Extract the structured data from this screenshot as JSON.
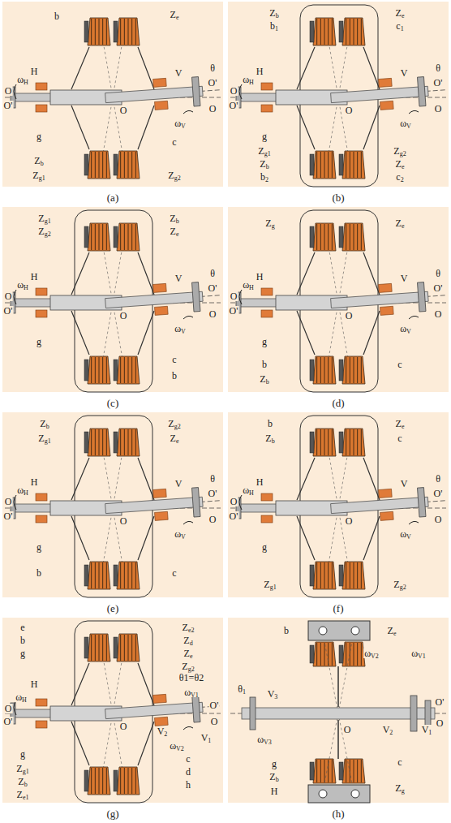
{
  "diagram": {
    "labels": [
      "b",
      "Ze",
      "H",
      "V",
      "θ",
      "O'",
      "O",
      "ωH",
      "O",
      "O'",
      "O",
      "ωV",
      "g",
      "c",
      "Zb",
      "Zg1",
      "Zg2",
      "(a)",
      "Zb",
      "Ze",
      "b1",
      "c1",
      "H",
      "V",
      "θ",
      "O'",
      "O",
      "ωH",
      "O",
      "O'",
      "O",
      "ωV",
      "g",
      "Zg1",
      "Zg2",
      "Zb",
      "Ze",
      "b2",
      "c2",
      "(b)",
      "Zg1",
      "Zb",
      "Zg2",
      "Ze",
      "H",
      "V",
      "θ",
      "O'",
      "O",
      "ωH",
      "O",
      "O'",
      "O",
      "ωV",
      "g",
      "c",
      "b",
      "(c)",
      "Zg",
      "Ze",
      "H",
      "V",
      "θ",
      "O'",
      "O",
      "ωH",
      "O",
      "O'",
      "O",
      "ωV",
      "g",
      "b",
      "c",
      "Zb",
      "(d)",
      "Zb",
      "Zg2",
      "Zg1",
      "Ze",
      "H",
      "V",
      "θ",
      "O'",
      "O",
      "ωH",
      "O",
      "O'",
      "O",
      "ωV",
      "g",
      "b",
      "c",
      "(e)",
      "b",
      "Ze",
      "Zb",
      "c",
      "H",
      "V",
      "θ",
      "O'",
      "O",
      "ωH",
      "O",
      "O'",
      "O",
      "ωV",
      "g",
      "Zg1",
      "Zg2",
      "(f)",
      "e",
      "Ze2",
      "b",
      "Zd",
      "g",
      "Ze",
      "Zg2",
      "H",
      "θ1=θ2",
      "ωV1",
      "ωH",
      "O",
      "O'",
      "O'",
      "O",
      "O",
      "V2",
      "ωV2",
      "V1",
      "g",
      "Zg1",
      "c",
      "Zb",
      "d",
      "Ze1",
      "h",
      "(g)",
      "b",
      "Ze",
      "ωV2",
      "ωV1",
      "θ1",
      "V3",
      "O'",
      "O",
      "O",
      "V2",
      "V1",
      "ωV3",
      "g",
      "c",
      "Zb",
      "Zg",
      "H",
      "(h)"
    ]
  }
}
